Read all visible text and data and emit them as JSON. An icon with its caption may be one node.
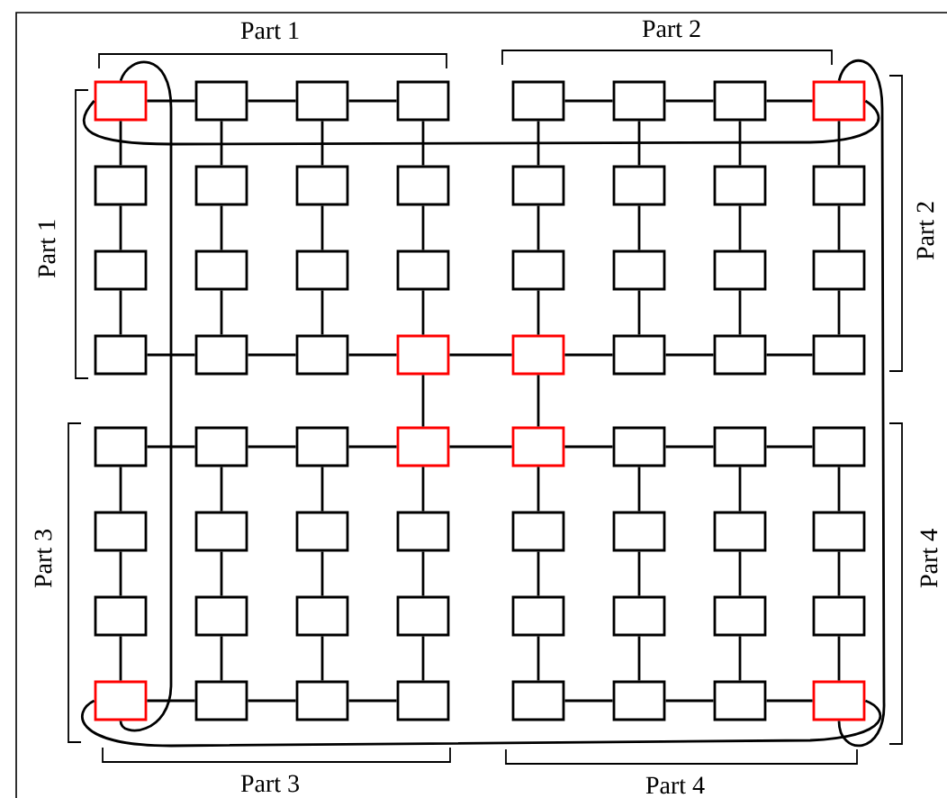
{
  "diagram": {
    "nodes": [
      {
        "text": [],
        "shape": "box"
      },
      {
        "text": [],
        "shape": "box"
      },
      {
        "text": [],
        "shape": "box"
      },
      {
        "text": [],
        "shape": "box"
      },
      {
        "text": [],
        "shape": "box"
      },
      {
        "text": [],
        "shape": "box"
      },
      {
        "text": [],
        "shape": "box"
      },
      {
        "text": [],
        "shape": "box"
      },
      {
        "text": [],
        "shape": "box"
      },
      {
        "text": [],
        "shape": "box"
      },
      {
        "text": [],
        "shape": "box"
      },
      {
        "text": [],
        "shape": "box"
      },
      {
        "text": [],
        "shape": "box"
      },
      {
        "text": [],
        "shape": "box"
      },
      {
        "text": [],
        "shape": "box"
      },
      {
        "text": [],
        "shape": "box"
      },
      {
        "text": [],
        "shape": "box"
      },
      {
        "text": [],
        "shape": "box"
      },
      {
        "text": [],
        "shape": "box"
      },
      {
        "text": [],
        "shape": "box"
      },
      {
        "text": [],
        "shape": "box"
      },
      {
        "text": [],
        "shape": "box"
      },
      {
        "text": [],
        "shape": "box"
      },
      {
        "text": [],
        "shape": "box"
      },
      {
        "text": [],
        "shape": "box"
      },
      {
        "text": [],
        "shape": "box"
      },
      {
        "text": [],
        "shape": "box"
      },
      {
        "text": [],
        "shape": "box"
      },
      {
        "text": [],
        "shape": "box"
      },
      {
        "text": [],
        "shape": "box"
      },
      {
        "text": [],
        "shape": "box"
      },
      {
        "text": [],
        "shape": "box"
      },
      {
        "text": [],
        "shape": "box"
      },
      {
        "text": [],
        "shape": "box"
      },
      {
        "text": [],
        "shape": "box"
      },
      {
        "text": [],
        "shape": "box"
      },
      {
        "text": [],
        "shape": "box"
      },
      {
        "text": [],
        "shape": "box"
      },
      {
        "text": [],
        "shape": "box"
      },
      {
        "text": [],
        "shape": "box"
      },
      {
        "text": [],
        "shape": "box"
      },
      {
        "text": [],
        "shape": "box"
      },
      {
        "text": [],
        "shape": "box"
      },
      {
        "text": [],
        "shape": "box"
      },
      {
        "text": [],
        "shape": "box"
      },
      {
        "text": [],
        "shape": "box"
      },
      {
        "text": [],
        "shape": "box"
      },
      {
        "text": [],
        "shape": "box"
      },
      {
        "text": [],
        "shape": "box"
      },
      {
        "text": [],
        "shape": "box"
      },
      {
        "text": [],
        "shape": "box"
      },
      {
        "text": [],
        "shape": "box"
      },
      {
        "text": [],
        "shape": "box"
      },
      {
        "text": [],
        "shape": "box"
      },
      {
        "text": [],
        "shape": "box"
      },
      {
        "text": [],
        "shape": "box"
      },
      {
        "text": [],
        "shape": "box"
      },
      {
        "text": [],
        "shape": "box"
      },
      {
        "text": [],
        "shape": "box"
      },
      {
        "text": [],
        "shape": "box"
      },
      {
        "text": [],
        "shape": "box"
      },
      {
        "text": [],
        "shape": "box"
      },
      {
        "text": [],
        "shape": "box"
      },
      {
        "text": [],
        "shape": "box"
      }
    ],
    "edges": [
      {
        "from": 0,
        "to": 1,
        "arrow": "none"
      },
      {
        "from": 1,
        "to": 2,
        "arrow": "none"
      },
      {
        "from": 2,
        "to": 3,
        "arrow": "none"
      },
      {
        "from": 4,
        "to": 5,
        "arrow": "none"
      },
      {
        "from": 5,
        "to": 6,
        "arrow": "none"
      },
      {
        "from": 6,
        "to": 7,
        "arrow": "none"
      },
      {
        "from": 24,
        "to": 25,
        "arrow": "none"
      },
      {
        "from": 25,
        "to": 26,
        "arrow": "none"
      },
      {
        "from": 26,
        "to": 27,
        "arrow": "none"
      },
      {
        "from": 27,
        "to": 28,
        "arrow": "none"
      },
      {
        "from": 28,
        "to": 29,
        "arrow": "none"
      },
      {
        "from": 29,
        "to": 30,
        "arrow": "none"
      },
      {
        "from": 30,
        "to": 31,
        "arrow": "none"
      },
      {
        "from": 32,
        "to": 33,
        "arrow": "none"
      },
      {
        "from": 33,
        "to": 34,
        "arrow": "none"
      },
      {
        "from": 34,
        "to": 35,
        "arrow": "none"
      },
      {
        "from": 35,
        "to": 36,
        "arrow": "none"
      },
      {
        "from": 36,
        "to": 37,
        "arrow": "none"
      },
      {
        "from": 37,
        "to": 38,
        "arrow": "none"
      },
      {
        "from": 38,
        "to": 39,
        "arrow": "none"
      },
      {
        "from": 56,
        "to": 57,
        "arrow": "none"
      },
      {
        "from": 57,
        "to": 58,
        "arrow": "none"
      },
      {
        "from": 58,
        "to": 59,
        "arrow": "none"
      },
      {
        "from": 60,
        "to": 61,
        "arrow": "none"
      },
      {
        "from": 61,
        "to": 62,
        "arrow": "none"
      },
      {
        "from": 62,
        "to": 63,
        "arrow": "none"
      },
      {
        "from": 0,
        "to": 8,
        "arrow": "none"
      },
      {
        "from": 8,
        "to": 16,
        "arrow": "none"
      },
      {
        "from": 16,
        "to": 24,
        "arrow": "none"
      },
      {
        "from": 1,
        "to": 9,
        "arrow": "none"
      },
      {
        "from": 9,
        "to": 17,
        "arrow": "none"
      },
      {
        "from": 17,
        "to": 25,
        "arrow": "none"
      },
      {
        "from": 2,
        "to": 10,
        "arrow": "none"
      },
      {
        "from": 10,
        "to": 18,
        "arrow": "none"
      },
      {
        "from": 18,
        "to": 26,
        "arrow": "none"
      },
      {
        "from": 3,
        "to": 11,
        "arrow": "none"
      },
      {
        "from": 11,
        "to": 19,
        "arrow": "none"
      },
      {
        "from": 19,
        "to": 27,
        "arrow": "none"
      },
      {
        "from": 4,
        "to": 12,
        "arrow": "none"
      },
      {
        "from": 12,
        "to": 20,
        "arrow": "none"
      },
      {
        "from": 20,
        "to": 28,
        "arrow": "none"
      },
      {
        "from": 5,
        "to": 13,
        "arrow": "none"
      },
      {
        "from": 13,
        "to": 21,
        "arrow": "none"
      },
      {
        "from": 21,
        "to": 29,
        "arrow": "none"
      },
      {
        "from": 6,
        "to": 14,
        "arrow": "none"
      },
      {
        "from": 14,
        "to": 22,
        "arrow": "none"
      },
      {
        "from": 22,
        "to": 30,
        "arrow": "none"
      },
      {
        "from": 7,
        "to": 15,
        "arrow": "none"
      },
      {
        "from": 15,
        "to": 23,
        "arrow": "none"
      },
      {
        "from": 23,
        "to": 31,
        "arrow": "none"
      },
      {
        "from": 27,
        "to": 35,
        "arrow": "none"
      },
      {
        "from": 28,
        "to": 36,
        "arrow": "none"
      },
      {
        "from": 32,
        "to": 40,
        "arrow": "none"
      },
      {
        "from": 40,
        "to": 48,
        "arrow": "none"
      },
      {
        "from": 48,
        "to": 56,
        "arrow": "none"
      },
      {
        "from": 33,
        "to": 41,
        "arrow": "none"
      },
      {
        "from": 41,
        "to": 49,
        "arrow": "none"
      },
      {
        "from": 49,
        "to": 57,
        "arrow": "none"
      },
      {
        "from": 34,
        "to": 42,
        "arrow": "none"
      },
      {
        "from": 42,
        "to": 50,
        "arrow": "none"
      },
      {
        "from": 50,
        "to": 58,
        "arrow": "none"
      },
      {
        "from": 35,
        "to": 43,
        "arrow": "none"
      },
      {
        "from": 43,
        "to": 51,
        "arrow": "none"
      },
      {
        "from": 51,
        "to": 59,
        "arrow": "none"
      },
      {
        "from": 36,
        "to": 44,
        "arrow": "none"
      },
      {
        "from": 44,
        "to": 52,
        "arrow": "none"
      },
      {
        "from": 52,
        "to": 60,
        "arrow": "none"
      },
      {
        "from": 37,
        "to": 45,
        "arrow": "none"
      },
      {
        "from": 45,
        "to": 53,
        "arrow": "none"
      },
      {
        "from": 53,
        "to": 61,
        "arrow": "none"
      },
      {
        "from": 38,
        "to": 46,
        "arrow": "none"
      },
      {
        "from": 46,
        "to": 54,
        "arrow": "none"
      },
      {
        "from": 54,
        "to": 62,
        "arrow": "none"
      },
      {
        "from": 39,
        "to": 47,
        "arrow": "none"
      },
      {
        "from": 47,
        "to": 55,
        "arrow": "none"
      },
      {
        "from": 55,
        "to": 63,
        "arrow": "none"
      },
      {
        "from": 0,
        "to": 7,
        "arrow": "none"
      },
      {
        "from": 0,
        "to": 56,
        "arrow": "none"
      },
      {
        "from": 7,
        "to": 63,
        "arrow": "none"
      },
      {
        "from": 56,
        "to": 63,
        "arrow": "none"
      }
    ],
    "labels": [
      "Part 1",
      "Part 2",
      "Part 1",
      "Part 2",
      "Part 3",
      "Part 4",
      "Part 3",
      "Part 4"
    ]
  }
}
